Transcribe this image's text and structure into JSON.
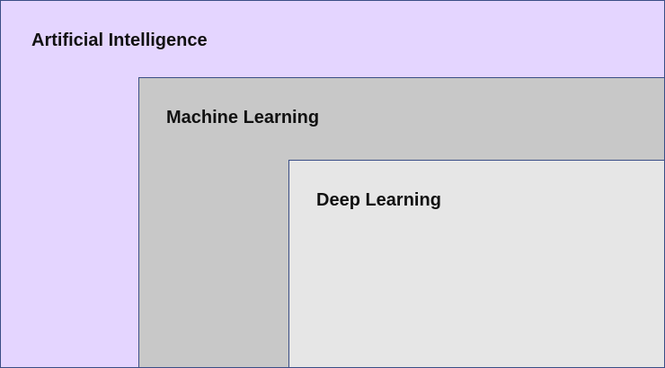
{
  "diagram": {
    "outer": {
      "label": "Artificial Intelligence",
      "fill": "#e4d5ff"
    },
    "middle": {
      "label": "Machine Learning",
      "fill": "#c8c8c8"
    },
    "inner": {
      "label": "Deep Learning",
      "fill": "#e6e6e6"
    },
    "border_color": "#3a4e86"
  }
}
